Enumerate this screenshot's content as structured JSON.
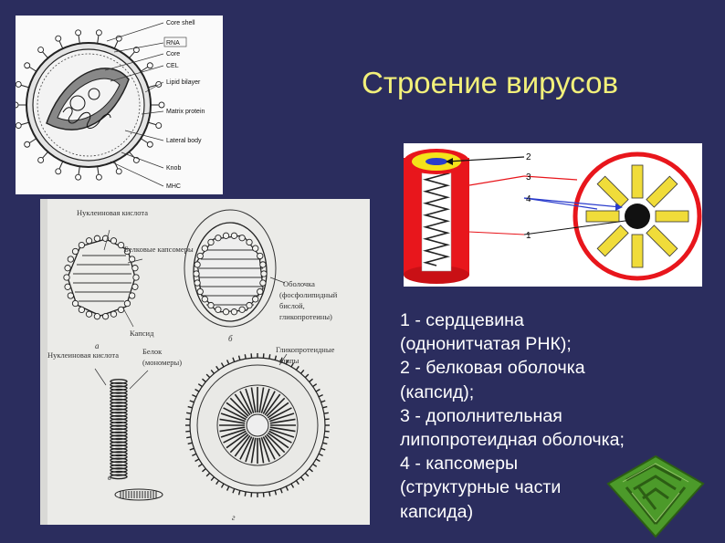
{
  "title": "Строение вирусов",
  "description": [
    "1 - сердцевина",
    "(однонитчатая РНК);",
    "2 - белковая оболочка",
    "(капсид);",
    "3 - дополнительная",
    "липопротеидная оболочка;",
    "4 - капсомеры",
    "(структурные части",
    "капсида)"
  ],
  "virion_diagram": {
    "labels": [
      "Core shell",
      "RNA",
      "Core",
      "CEL",
      "Lipid bilayer",
      "Matrix protein",
      "Lateral body",
      "Knob",
      "MHC"
    ]
  },
  "structure_drawing": {
    "labels": {
      "nucleic_acid_a": "Нуклеиновая кислота",
      "protein_capsomeres": "Белковые капсомеры",
      "capsid": "Капсид",
      "panel_a": "а",
      "envelope_line1": "Оболочка",
      "envelope_line2": "(фосфолипидный",
      "envelope_line3": "бислой,",
      "envelope_line4": "гликопротеины)",
      "panel_b": "б",
      "nucleic_acid_c": "Нуклеиновая кислота",
      "protein_monomers_line1": "Белок",
      "protein_monomers_line2": "(мономеры)",
      "glycoprotein_spikes_line1": "Гликопротеидные",
      "glycoprotein_spikes_line2": "шипы",
      "panel_c": "в",
      "panel_d": "г"
    }
  },
  "schematic": {
    "callouts": [
      "2",
      "3",
      "4",
      "1"
    ],
    "colors": {
      "envelope": "#e8161c",
      "capsid": "#f4e21a",
      "capsomere": "#f0dc3a",
      "core": "#111111",
      "arrow_blue": "#2a3ccc"
    }
  },
  "decoration": {
    "colors": {
      "maze": "#4c9a2a",
      "maze_dark": "#2c5e14"
    }
  }
}
